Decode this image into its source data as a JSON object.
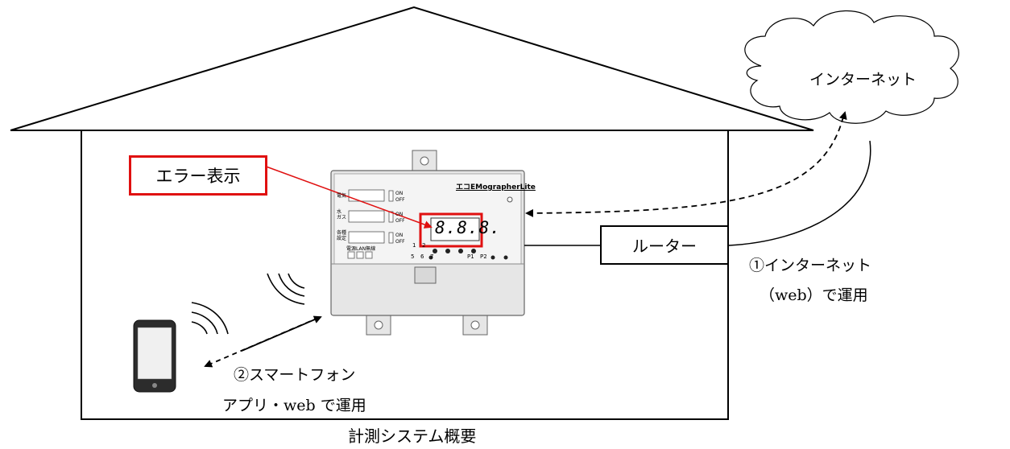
{
  "labels": {
    "error_display": "エラー表示",
    "router": "ルーター",
    "internet_cloud": "インターネット",
    "internet_use_1": "①インターネット",
    "internet_use_2": "（web）で運用",
    "smartphone_1": "②スマートフォン",
    "smartphone_2": "アプリ・web で運用",
    "caption": "計測システム概要"
  },
  "device": {
    "brand": "エコEMographerLite",
    "segment_display": "8.8.8.",
    "row_labels": [
      "電気",
      "水\nガス",
      "各種\n設定"
    ],
    "switch_on": "ON",
    "switch_off": "OFF",
    "port_label": "電源LAN無線",
    "numbers_top": [
      "1",
      "2"
    ],
    "numbers_bottom": [
      "5",
      "6",
      "7",
      "P1",
      "P2"
    ]
  },
  "colors": {
    "error_red": "#e01010",
    "line": "#000000",
    "device_body": "#e6e6e6"
  }
}
